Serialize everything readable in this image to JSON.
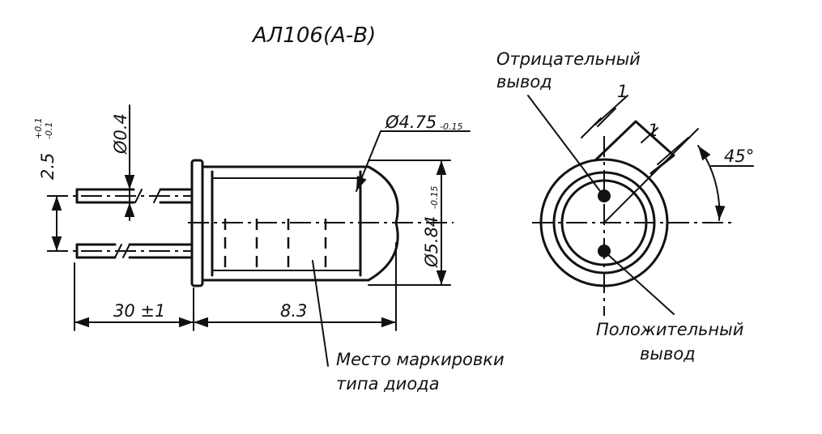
{
  "title": "АЛ106(А-В)",
  "dimensions": {
    "pin_spacing": "2.5",
    "pin_spacing_tol_upper": "+0.1",
    "pin_spacing_tol_lower": "-0.1",
    "pin_diameter": "Ø0.4",
    "lens_diameter": "Ø4.75",
    "lens_diameter_tol": "-0.15",
    "body_diameter": "Ø5.84",
    "body_diameter_tol": "-0.15",
    "lead_length": "30 ±1",
    "body_length": "8.3",
    "end_gap_1": "1",
    "end_gap_2": "1",
    "angle": "45°"
  },
  "labels": {
    "negative_lead_line1": "Отрицательный",
    "negative_lead_line2": "вывод",
    "positive_lead_line1": "Положительный",
    "positive_lead_line2": "вывод",
    "marking_line1": "Место маркировки",
    "marking_line2": "типа диода"
  }
}
